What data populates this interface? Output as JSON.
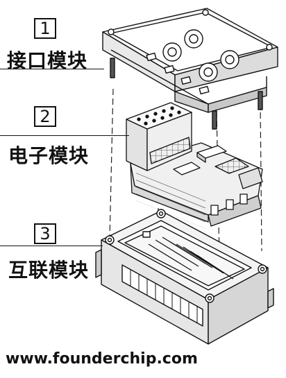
{
  "callouts": [
    {
      "number": "1",
      "label": "接口模块"
    },
    {
      "number": "2",
      "label": "电子模块"
    },
    {
      "number": "3",
      "label": "互联模块"
    }
  ],
  "footer": {
    "website": "www.founderchip.com"
  }
}
